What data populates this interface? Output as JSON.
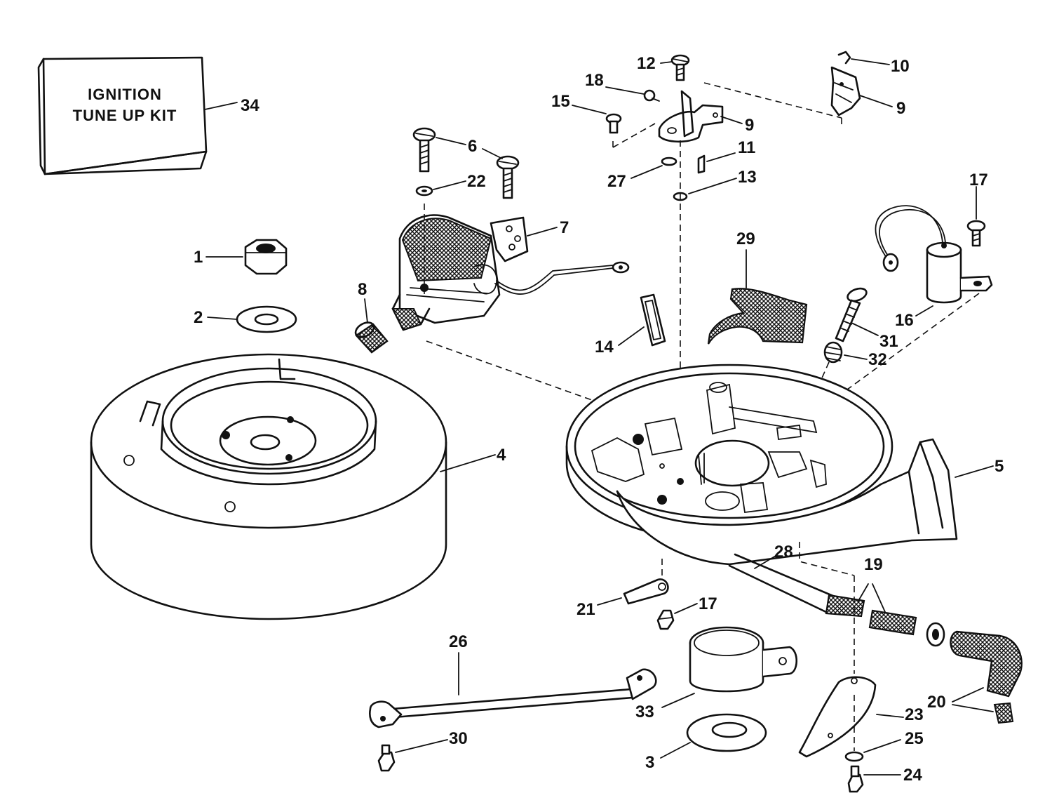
{
  "kit_box": {
    "line1": "IGNITION",
    "line2": "TUNE UP KIT"
  },
  "callouts": {
    "c1": "1",
    "c2": "2",
    "c3": "3",
    "c4": "4",
    "c5": "5",
    "c6": "6",
    "c7": "7",
    "c8": "8",
    "c9a": "9",
    "c9b": "9",
    "c10": "10",
    "c11": "11",
    "c12": "12",
    "c13": "13",
    "c14": "14",
    "c15": "15",
    "c16": "16",
    "c17a": "17",
    "c17b": "17",
    "c18": "18",
    "c19": "19",
    "c20": "20",
    "c21": "21",
    "c22": "22",
    "c23": "23",
    "c24": "24",
    "c25": "25",
    "c26": "26",
    "c27": "27",
    "c28": "28",
    "c29": "29",
    "c30": "30",
    "c31": "31",
    "c32": "32",
    "c33": "33",
    "c34": "34"
  },
  "colors": {
    "ink": "#111111",
    "paper": "#ffffff"
  }
}
